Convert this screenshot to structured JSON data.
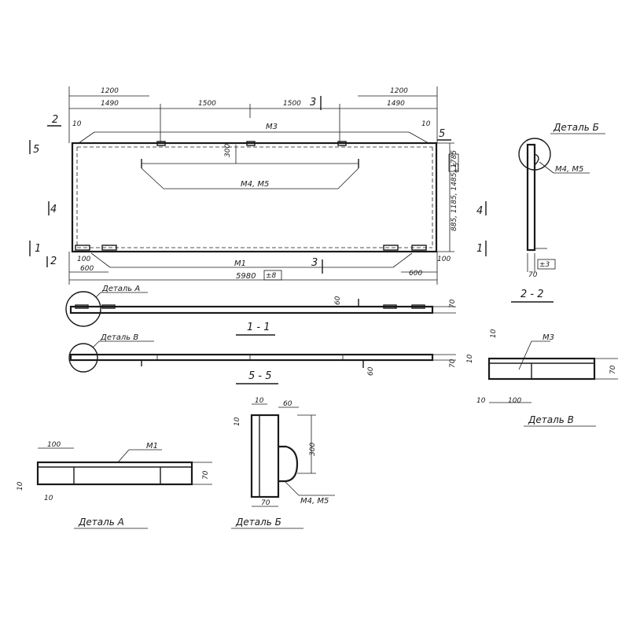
{
  "main_view": {
    "dims_top_upper": [
      "1200",
      "1200"
    ],
    "dims_top_lower": [
      "1490",
      "1500",
      "1500",
      "1490"
    ],
    "edge_dims": [
      "10",
      "10"
    ],
    "markers": [
      "2",
      "5",
      "3",
      "4",
      "1"
    ],
    "embed_top": "M3",
    "loop_height": "300",
    "embed_loops": "M4, M5",
    "embed_bottom": "M1",
    "bottom_dims": [
      "100",
      "100",
      "600",
      "600"
    ],
    "length": "5980",
    "length_tol": "±8",
    "width_options": "885, 1185, 1485, 1785",
    "width_tol": "±5"
  },
  "section_1_1": {
    "title": "1 - 1",
    "callout": "Деталь А",
    "dim_thick": "70",
    "dim_loop": "60"
  },
  "section_5_5": {
    "title": "5 - 5",
    "callout": "Деталь В",
    "dim_thick": "70",
    "dim_loop": "60"
  },
  "detail_b_circle": {
    "title": "Деталь Б",
    "embed": "M4, M5"
  },
  "section_2_2": {
    "title": "2 - 2",
    "dim_thick": "70",
    "tol": "±3"
  },
  "detail_v": {
    "title": "Деталь В",
    "embed": "M3",
    "dims": [
      "10",
      "10",
      "70",
      "10",
      "100"
    ]
  },
  "detail_a": {
    "title": "Деталь А",
    "embed": "M1",
    "dims": [
      "100",
      "10",
      "10",
      "70"
    ]
  },
  "detail_b": {
    "title": "Деталь Б",
    "embed": "M4, M5",
    "dims": [
      "10",
      "60",
      "10",
      "300",
      "70"
    ]
  }
}
